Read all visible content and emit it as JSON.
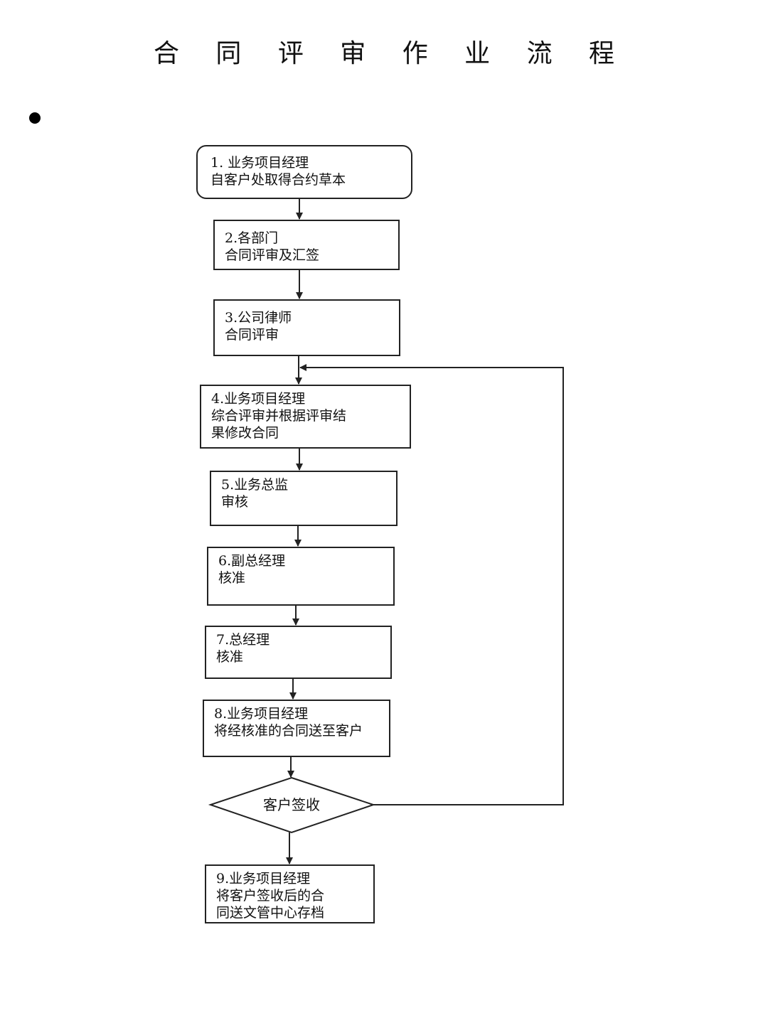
{
  "title": "合 同 评 审 作 业 流 程",
  "steps": [
    {
      "line1": "1. 业务项目经理",
      "line2": "自客户处取得合约草本",
      "line3": ""
    },
    {
      "line1": "2.各部门",
      "line2": "合同评审及汇签",
      "line3": ""
    },
    {
      "line1": "3.公司律师",
      "line2": "合同评审",
      "line3": ""
    },
    {
      "line1": "4.业务项目经理",
      "line2": "综合评审并根据评审结",
      "line3": "果修改合同"
    },
    {
      "line1": "5.业务总监",
      "line2": "审核",
      "line3": ""
    },
    {
      "line1": "6.副总经理",
      "line2": "核准",
      "line3": ""
    },
    {
      "line1": "7.总经理",
      "line2": "核准",
      "line3": ""
    },
    {
      "line1": "8.业务项目经理",
      "line2": "将经核准的合同送至客户",
      "line3": ""
    },
    {
      "line1": "9.业务项目经理",
      "line2": "将客户签收后的合",
      "line3": "同送文管中心存档"
    }
  ],
  "decision": {
    "label": "客户签收"
  }
}
